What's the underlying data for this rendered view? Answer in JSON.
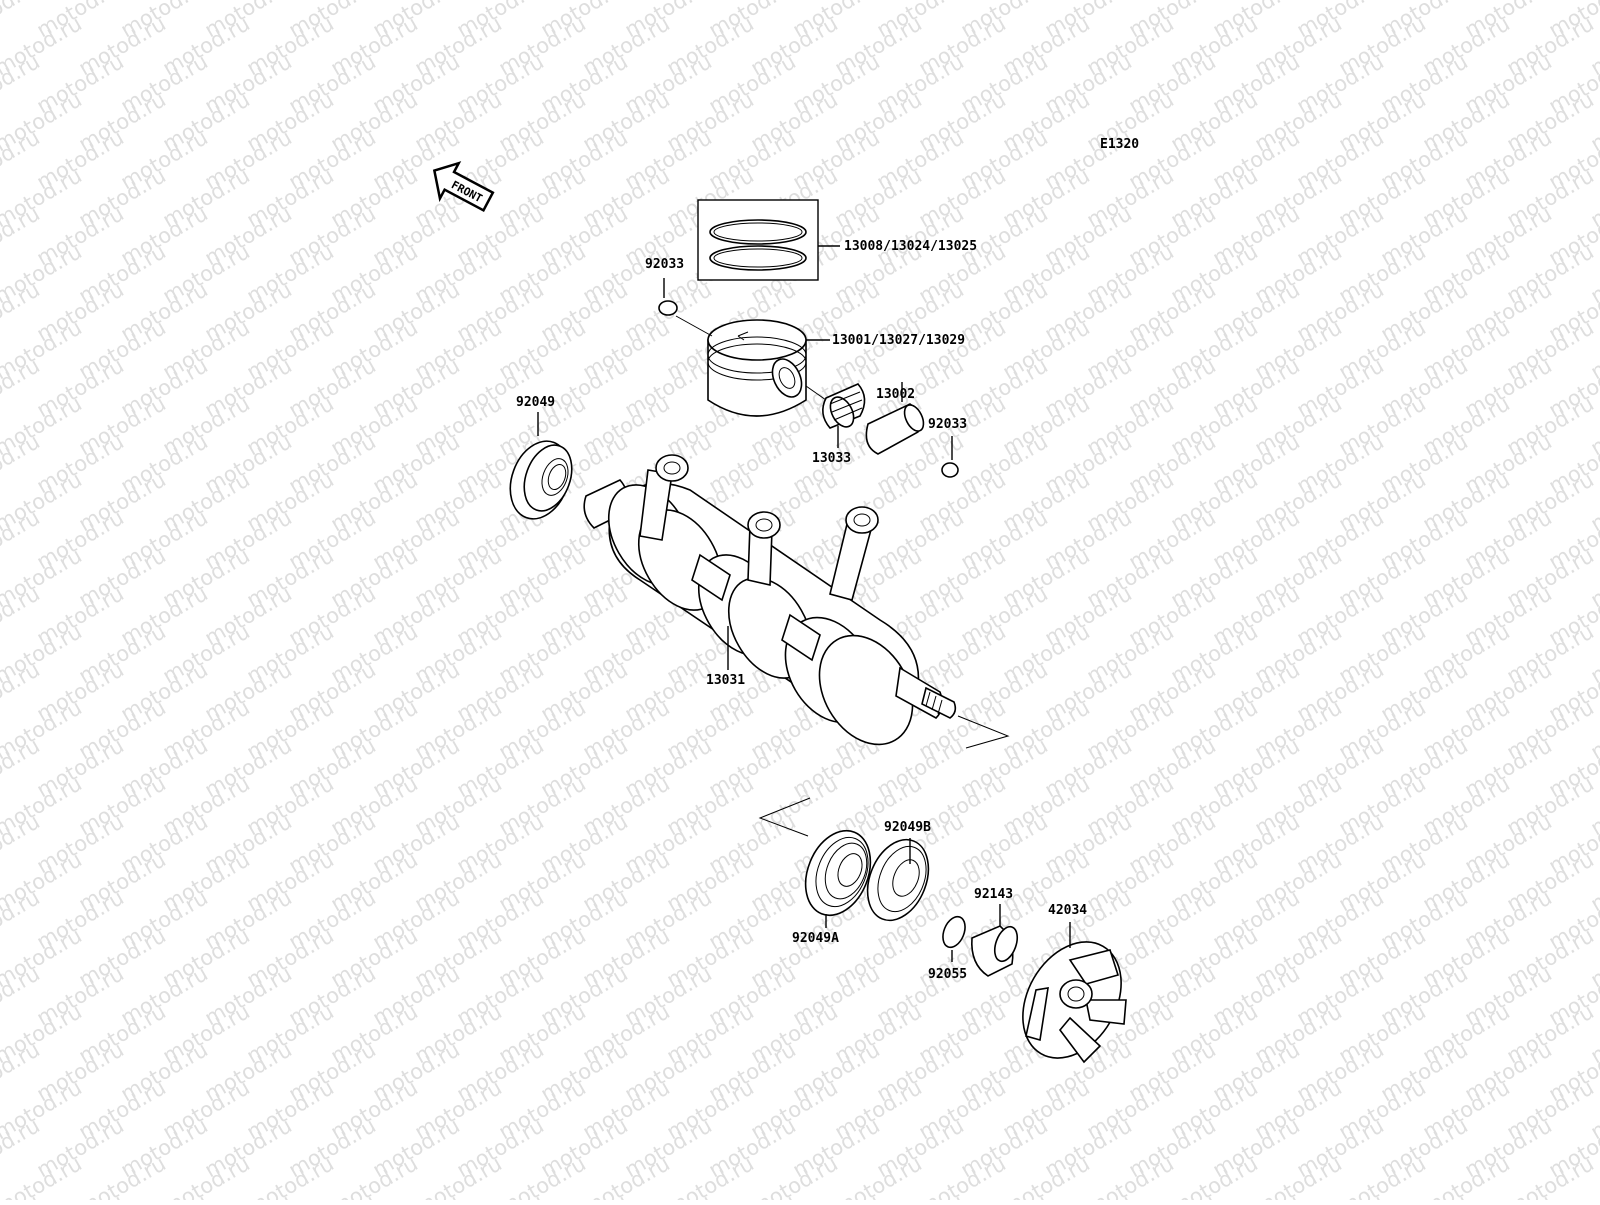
{
  "diagram_code": "E1320",
  "front_label": "FRONT",
  "watermark": "motod.ru",
  "parts": {
    "rings": "13008/13024/13025",
    "piston": "13001/13027/13029",
    "clip_top": "92033",
    "clip_right": "92033",
    "pin": "13002",
    "needle_bearing": "13033",
    "seal_left": "92049",
    "crankshaft": "13031",
    "seal_a": "92049A",
    "seal_b": "92049B",
    "collar": "92143",
    "o_ring": "92055",
    "coupling": "42034"
  }
}
